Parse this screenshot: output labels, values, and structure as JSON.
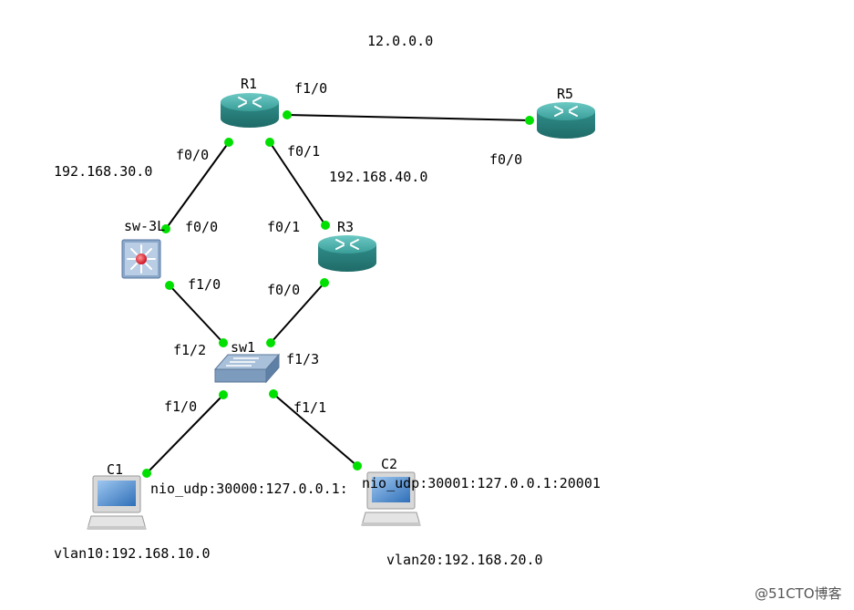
{
  "networks": {
    "r1_r5": "12.0.0.0",
    "r1_sw3l": "192.168.30.0",
    "r1_r3": "192.168.40.0",
    "c1_vlan": "vlan10:192.168.10.0",
    "c2_vlan": "vlan20:192.168.20.0"
  },
  "devices": {
    "r1": "R1",
    "r5": "R5",
    "r3": "R3",
    "sw3l": "sw-3L",
    "sw1": "sw1",
    "c1": "C1",
    "c2": "C2"
  },
  "ports": {
    "r1_f10": "f1/0",
    "r5_f00": "f0/0",
    "r1_f00": "f0/0",
    "r1_f01": "f0/1",
    "sw3l_f00": "f0/0",
    "sw3l_f10": "f1/0",
    "r3_f01": "f0/1",
    "r3_f00": "f0/0",
    "sw1_f12": "f1/2",
    "sw1_f13": "f1/3",
    "sw1_f10": "f1/0",
    "sw1_f11": "f1/1"
  },
  "nio": {
    "c1": "nio_udp:30000:127.0.0.1:",
    "c2": "nio_udp:30001:127.0.0.1:20001"
  },
  "watermark": "@51CTO博客",
  "colors": {
    "router_body": "#2e8b87",
    "router_top": "#4fb5b0",
    "port_dot": "#00e000",
    "link": "#000000"
  }
}
